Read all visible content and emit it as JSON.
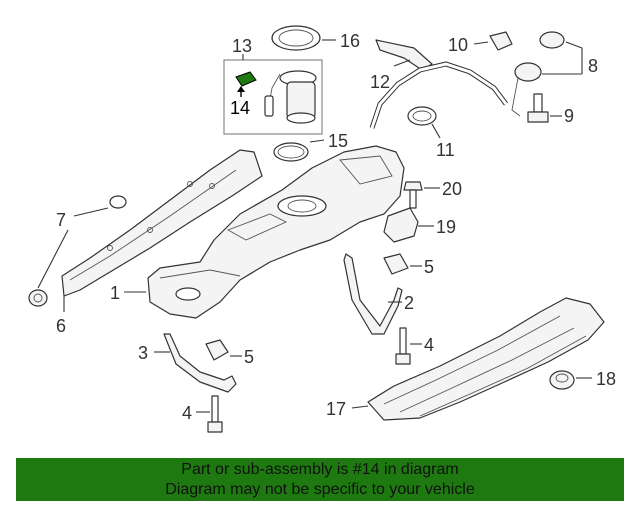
{
  "diagram": {
    "callouts": {
      "c1": "1",
      "c2": "2",
      "c3": "3",
      "c4a": "4",
      "c4b": "4",
      "c5a": "5",
      "c5b": "5",
      "c6": "6",
      "c7": "7",
      "c8": "8",
      "c9": "9",
      "c10": "10",
      "c11": "11",
      "c12": "12",
      "c13": "13",
      "c14": "14",
      "c15": "15",
      "c16": "16",
      "c17": "17",
      "c18": "18",
      "c19": "19",
      "c20": "20"
    },
    "highlight_color": "#1e7a10"
  },
  "banner": {
    "line1": "Part or sub-assembly is #14 in diagram",
    "line2": "Diagram may not be specific to your vehicle",
    "background": "#1e7a10"
  }
}
